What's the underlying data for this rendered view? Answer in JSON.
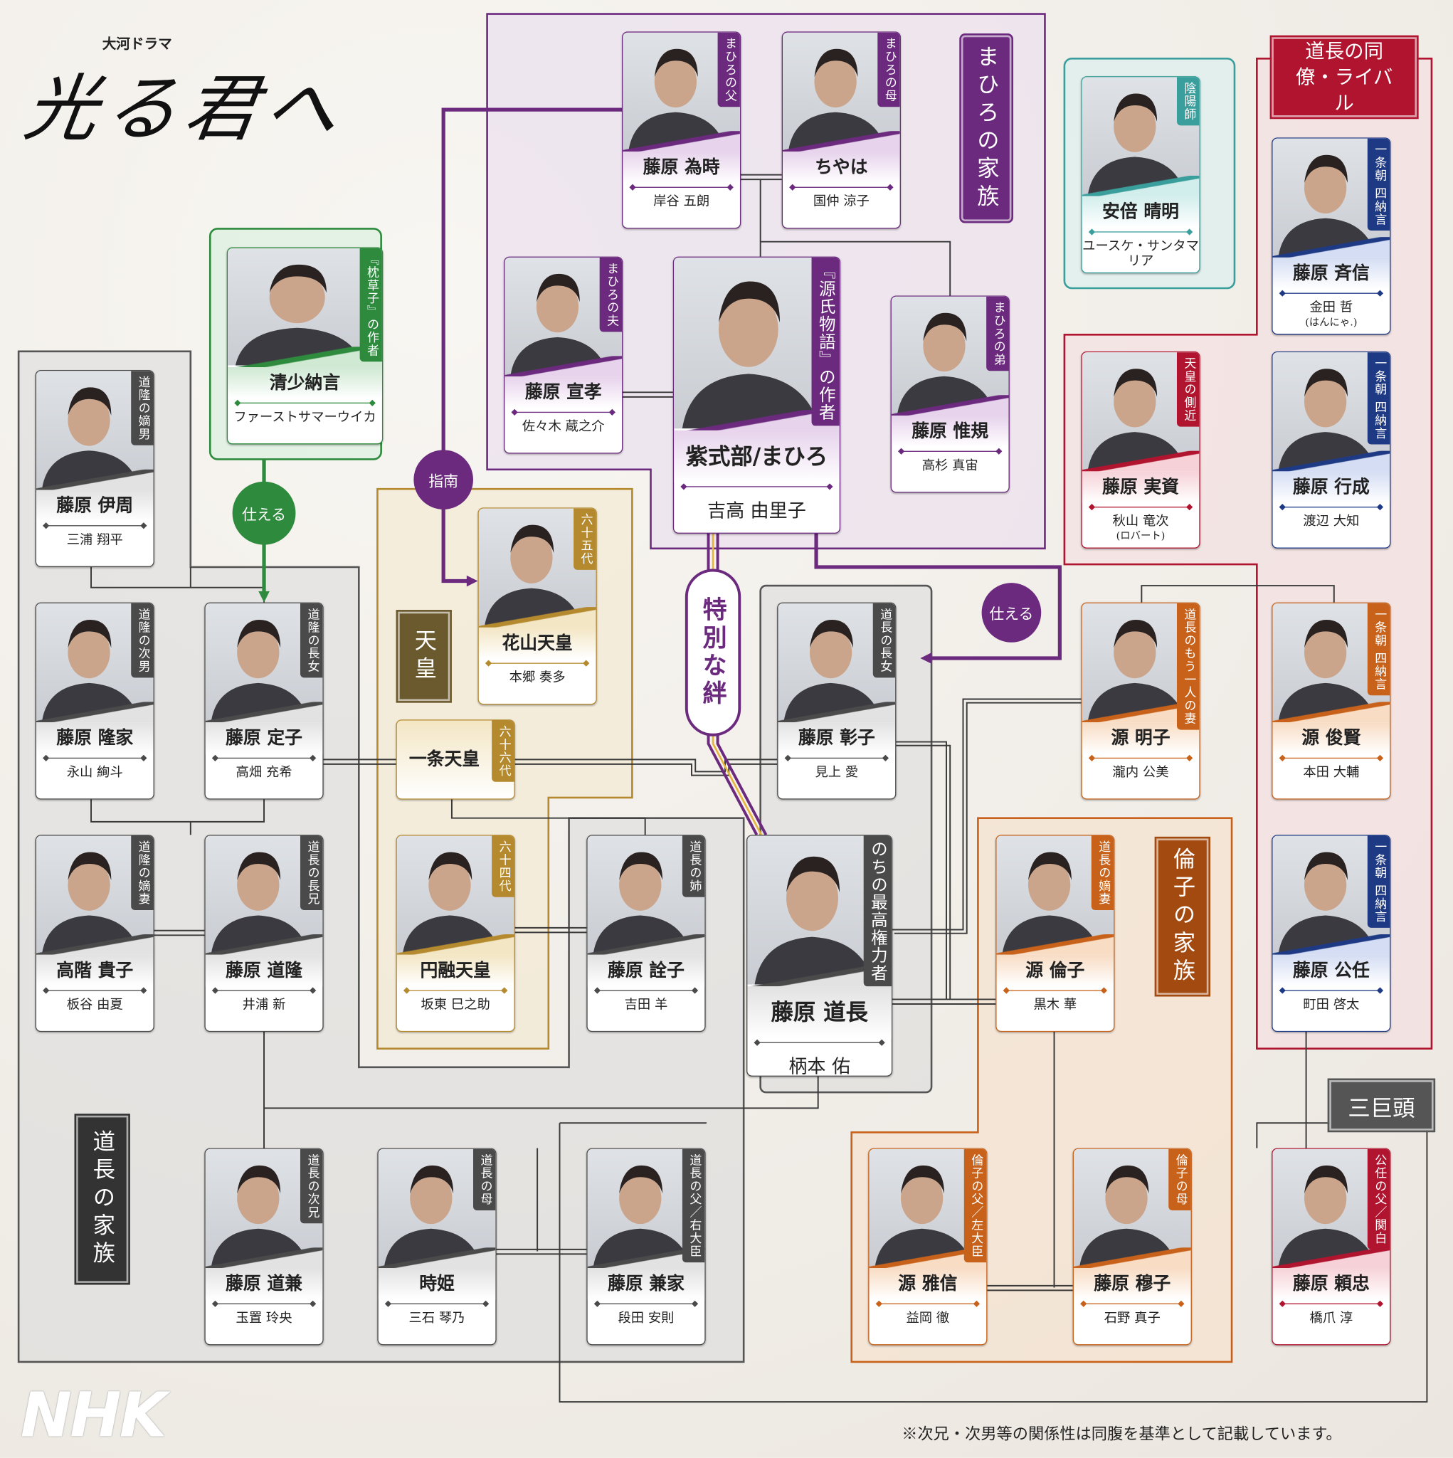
{
  "header": {
    "subtitle": "大河ドラマ",
    "title": "光る君へ"
  },
  "groups": {
    "mahiro_family": "まひろの家族",
    "colleagues": "道長の同僚・ライバル",
    "emperor": "天皇",
    "michinaga_family": "道長の家族",
    "rinshi_family": "倫子の家族",
    "sankyoto": "三巨頭"
  },
  "relations": {
    "shinan": "指南",
    "tsukaeru_1": "仕える",
    "tsukaeru_2": "仕える",
    "special_bond": "特別な絆"
  },
  "cards": [
    {
      "name": "藤原 為時",
      "actor": "岸谷 五朗",
      "role": "まひろの父",
      "theme": "purple"
    },
    {
      "name": "ちやは",
      "actor": "国仲 涼子",
      "role": "まひろの母",
      "theme": "purple"
    },
    {
      "name": "藤原 宣孝",
      "actor": "佐々木 蔵之介",
      "role": "まひろの夫",
      "theme": "purple"
    },
    {
      "name": "紫式部/まひろ",
      "actor": "吉高 由里子",
      "role": "『源氏物語』の作者",
      "theme": "purple"
    },
    {
      "name": "藤原 惟規",
      "actor": "高杉 真宙",
      "role": "まひろの弟",
      "theme": "purple"
    },
    {
      "name": "安倍 晴明",
      "actor": "ユースケ・サンタマリア",
      "role": "陰陽師",
      "theme": "teal"
    },
    {
      "name": "藤原 斉信",
      "actor": "金田 哲",
      "actor_note": "(はんにゃ.)",
      "role": "一条朝 四納言",
      "theme": "blue"
    },
    {
      "name": "藤原 実資",
      "actor": "秋山 竜次",
      "actor_note": "(ロバート)",
      "role": "天皇の側近",
      "theme": "red"
    },
    {
      "name": "藤原 行成",
      "actor": "渡辺 大知",
      "role": "一条朝 四納言",
      "theme": "blue"
    },
    {
      "name": "清少納言",
      "actor": "ファーストサマーウイカ",
      "role": "『枕草子』の作者",
      "theme": "green"
    },
    {
      "name": "藤原 伊周",
      "actor": "三浦 翔平",
      "role": "道隆の嫡男",
      "theme": "gray"
    },
    {
      "name": "花山天皇",
      "actor": "本郷 奏多",
      "role": "六十五代",
      "theme": "gold"
    },
    {
      "name": "藤原 彰子",
      "actor": "見上 愛",
      "role": "道長の長女",
      "theme": "gray"
    },
    {
      "name": "源 明子",
      "actor": "瀧内 公美",
      "role": "道長のもう一人の妻",
      "theme": "orange"
    },
    {
      "name": "源 俊賢",
      "actor": "本田 大輔",
      "role": "一条朝 四納言",
      "theme": "orange"
    },
    {
      "name": "藤原 隆家",
      "actor": "永山 絢斗",
      "role": "道隆の次男",
      "theme": "gray"
    },
    {
      "name": "藤原 定子",
      "actor": "高畑 充希",
      "role": "道隆の長女",
      "theme": "gray"
    },
    {
      "name": "一条天皇",
      "role": "六十六代",
      "theme": "gold"
    },
    {
      "name": "高階 貴子",
      "actor": "板谷 由夏",
      "role": "道隆の嫡妻",
      "theme": "gray"
    },
    {
      "name": "藤原 道隆",
      "actor": "井浦 新",
      "role": "道長の長兄",
      "theme": "gray"
    },
    {
      "name": "円融天皇",
      "actor": "坂東 巳之助",
      "role": "六十四代",
      "theme": "gold"
    },
    {
      "name": "藤原 詮子",
      "actor": "吉田 羊",
      "role": "道長の姉",
      "theme": "gray"
    },
    {
      "name": "藤原 道長",
      "actor": "柄本 佑",
      "role": "のちの最高権力者",
      "theme": "gray"
    },
    {
      "name": "源 倫子",
      "actor": "黒木 華",
      "role": "道長の嫡妻",
      "theme": "orange"
    },
    {
      "name": "藤原 公任",
      "actor": "町田 啓太",
      "role": "一条朝 四納言",
      "theme": "blue"
    },
    {
      "name": "藤原 道兼",
      "actor": "玉置 玲央",
      "role": "道長の次兄",
      "theme": "gray"
    },
    {
      "name": "時姫",
      "actor": "三石 琴乃",
      "role": "道長の母",
      "theme": "gray"
    },
    {
      "name": "藤原 兼家",
      "actor": "段田 安則",
      "role": "道長の父／右大臣",
      "theme": "gray"
    },
    {
      "name": "源 雅信",
      "actor": "益岡 徹",
      "role": "倫子の父／左大臣",
      "theme": "orange"
    },
    {
      "name": "藤原 穆子",
      "actor": "石野 真子",
      "role": "倫子の母",
      "theme": "orange"
    },
    {
      "name": "藤原 頼忠",
      "actor": "橋爪 淳",
      "role": "公任の父／関白",
      "theme": "red"
    }
  ],
  "footer": {
    "logo": "NHK",
    "note": "※次兄・次男等の関係性は同腹を基準として記載しています。"
  },
  "colors": {
    "purple": "#6b2a7e",
    "teal": "#3a9f9c",
    "blue": "#1f3a85",
    "red": "#b0142f",
    "green": "#2e8b3e",
    "gray": "#4a4a4a",
    "gold": "#b58a2e",
    "orange": "#c8621a"
  }
}
